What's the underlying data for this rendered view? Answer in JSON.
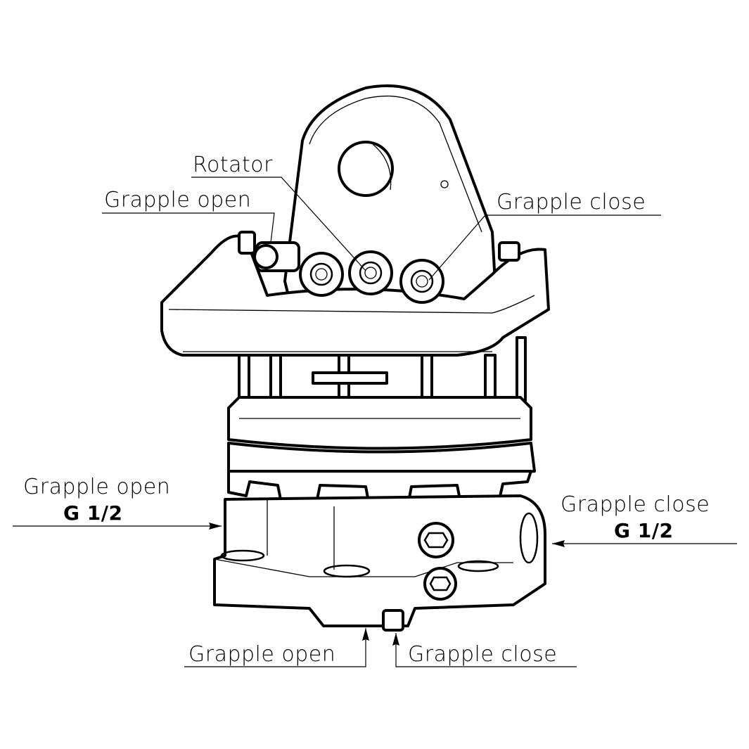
{
  "labels": {
    "rotator": "Rotator",
    "top_grapple_open": "Grapple open",
    "top_grapple_close": "Grapple close",
    "left_grapple_open": "Grapple open",
    "left_thread": "G 1/2",
    "right_grapple_close": "Grapple close",
    "right_thread": "G 1/2",
    "bottom_grapple_open": "Grapple open",
    "bottom_grapple_close": "Grapple close"
  }
}
